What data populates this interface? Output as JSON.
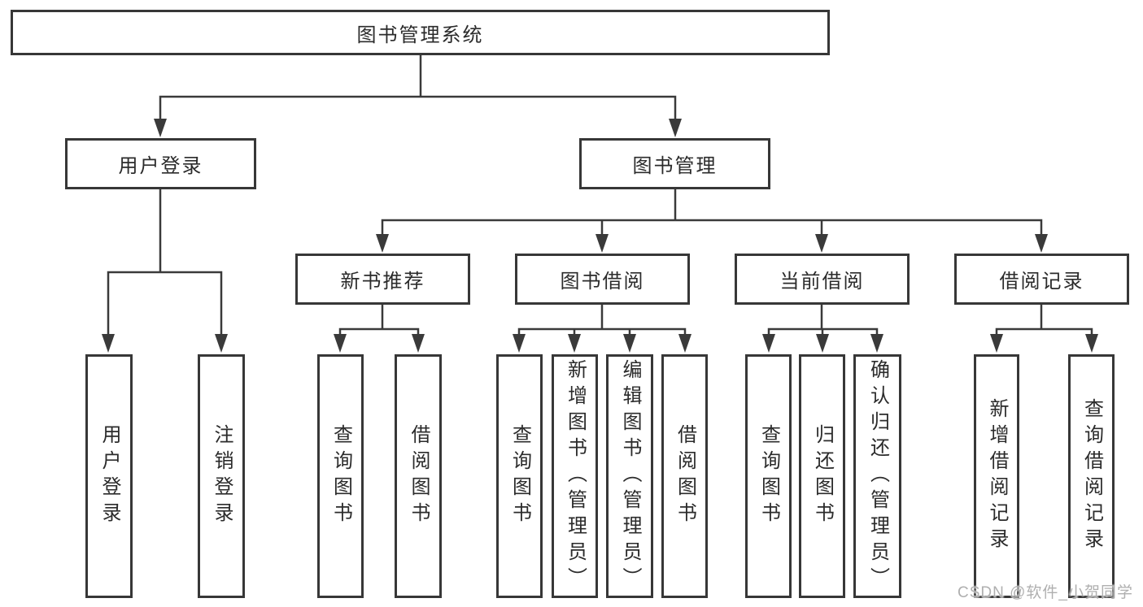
{
  "tree": {
    "root": {
      "label": "图书管理系统"
    },
    "children": [
      {
        "label": "用户登录",
        "children": [
          {
            "label": "用户登录"
          },
          {
            "label": "注销登录"
          }
        ]
      },
      {
        "label": "图书管理",
        "children": [
          {
            "label": "新书推荐",
            "children": [
              {
                "label": "查询图书"
              },
              {
                "label": "借阅图书"
              }
            ]
          },
          {
            "label": "图书借阅",
            "children": [
              {
                "label": "查询图书"
              },
              {
                "label": "新增图书（管理员）"
              },
              {
                "label": "编辑图书（管理员）"
              },
              {
                "label": "借阅图书"
              }
            ]
          },
          {
            "label": "当前借阅",
            "children": [
              {
                "label": "查询图书"
              },
              {
                "label": "归还图书"
              },
              {
                "label": "确认归还（管理员）"
              }
            ]
          },
          {
            "label": "借阅记录",
            "children": [
              {
                "label": "新增借阅记录"
              },
              {
                "label": "查询借阅记录"
              }
            ]
          }
        ]
      }
    ]
  },
  "colors": {
    "line": "#3a3a3a",
    "border": "#373737",
    "text": "#2b2b2b",
    "watermark": "#a8a8a8"
  },
  "watermark": {
    "text": "CSDN @软件_小贺同学"
  }
}
